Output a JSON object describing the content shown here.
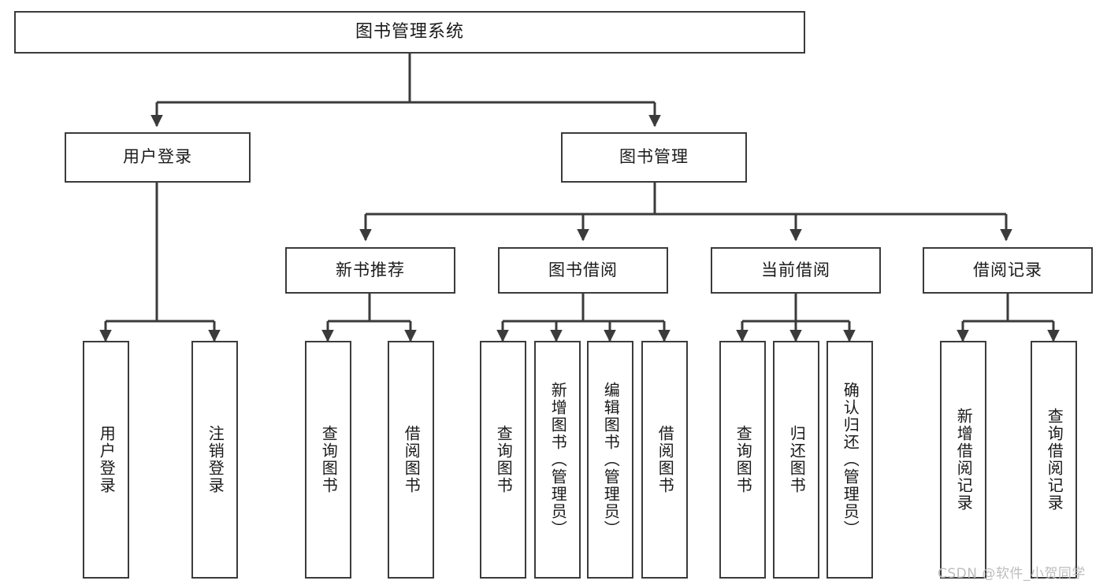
{
  "diagram": {
    "title": "图书管理系统",
    "type": "function-structure-tree",
    "watermark": "CSDN @软件_小贺同学",
    "colors": {
      "box_border": "#3b3b3b",
      "box_fill": "#ffffff",
      "edge": "#3b3b3b",
      "text": "#1a1a1a",
      "watermark": "#bdbdbd"
    },
    "levels": {
      "root": {
        "label": "图书管理系统"
      },
      "level2": [
        {
          "id": "user-login",
          "label": "用户登录"
        },
        {
          "id": "book-manage",
          "label": "图书管理"
        }
      ],
      "level3": [
        {
          "id": "new-book-recommend",
          "label": "新书推荐"
        },
        {
          "id": "book-borrow",
          "label": "图书借阅"
        },
        {
          "id": "current-borrow",
          "label": "当前借阅"
        },
        {
          "id": "borrow-record",
          "label": "借阅记录"
        }
      ],
      "leaves": [
        {
          "id": "leaf-user-login",
          "label": "用户登录",
          "parent": "user-login"
        },
        {
          "id": "leaf-user-logout",
          "label": "注销登录",
          "parent": "user-login"
        },
        {
          "id": "leaf-query-book-1",
          "label": "查询图书",
          "parent": "new-book-recommend"
        },
        {
          "id": "leaf-borrow-book-1",
          "label": "借阅图书",
          "parent": "new-book-recommend"
        },
        {
          "id": "leaf-query-book-2",
          "label": "查询图书",
          "parent": "book-borrow"
        },
        {
          "id": "leaf-add-book",
          "label": "新增图书（管理员）",
          "parent": "book-borrow"
        },
        {
          "id": "leaf-edit-book",
          "label": "编辑图书（管理员）",
          "parent": "book-borrow"
        },
        {
          "id": "leaf-borrow-book-2",
          "label": "借阅图书",
          "parent": "book-borrow"
        },
        {
          "id": "leaf-query-book-3",
          "label": "查询图书",
          "parent": "current-borrow"
        },
        {
          "id": "leaf-return-book",
          "label": "归还图书",
          "parent": "current-borrow"
        },
        {
          "id": "leaf-confirm-return",
          "label": "确认归还（管理员）",
          "parent": "current-borrow"
        },
        {
          "id": "leaf-add-record",
          "label": "新增借阅记录",
          "parent": "borrow-record"
        },
        {
          "id": "leaf-query-record",
          "label": "查询借阅记录",
          "parent": "borrow-record"
        }
      ]
    }
  }
}
